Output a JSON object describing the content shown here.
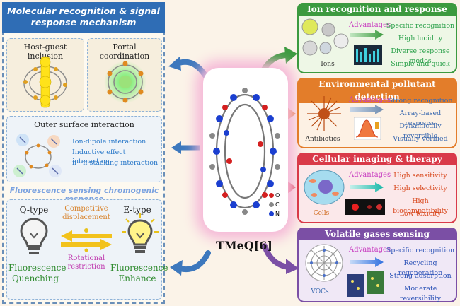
{
  "left": {
    "header": "Molecular recognition & signal response mechanism",
    "host_guest": "Host-guest inclusion",
    "portal": "Portal coordination",
    "outer_surface": "Outer surface interaction",
    "interactions": [
      "Ion-dipole interaction",
      "Inductive effect interaction",
      "π···π stacking interaction"
    ],
    "fluor_banner": "Fluorescence sensing chromogenic response",
    "q_type": "Q-type",
    "e_type": "E-type",
    "competitive": "Competitive displacement",
    "rotational": "Rotational restriction",
    "quenching": "Fluorescence Quenching",
    "enhance": "Fluorescence Enhance"
  },
  "center": {
    "label": "TMeQ[6]",
    "legend": [
      "O",
      "C",
      "N"
    ]
  },
  "right": [
    {
      "title": "Ion recognition and response",
      "advantages": "Advantages",
      "image_label": "Ions",
      "features": [
        "Specific recognition",
        "High lucidity",
        "Diverse response modes",
        "Simple and quick"
      ]
    },
    {
      "title": "Environmental pollutant detection",
      "advantages": "Advantages",
      "image_label": "Antibiotics",
      "features": [
        "Strong recognition",
        "Array-based response",
        "Dynamically reversible",
        "Visually verified"
      ]
    },
    {
      "title": "Cellular imaging & therapy",
      "advantages": "Advantages",
      "image_label": "Cells",
      "features": [
        "High sensitivity",
        "High selectivity",
        "High biocompatibility",
        "Low toxicity"
      ]
    },
    {
      "title": "Volatile gases sensing",
      "advantages": "Advantages",
      "image_label": "VOCs",
      "features": [
        "Specific recognition",
        "Recycling regeneration",
        "Strong adsorption",
        "Moderate reversibility"
      ]
    }
  ],
  "colors": {
    "blue_header": "#2f6db5",
    "green": "#3c9a3f",
    "orange": "#e37d2a",
    "red": "#d93a49",
    "purple": "#7b4fa5"
  }
}
